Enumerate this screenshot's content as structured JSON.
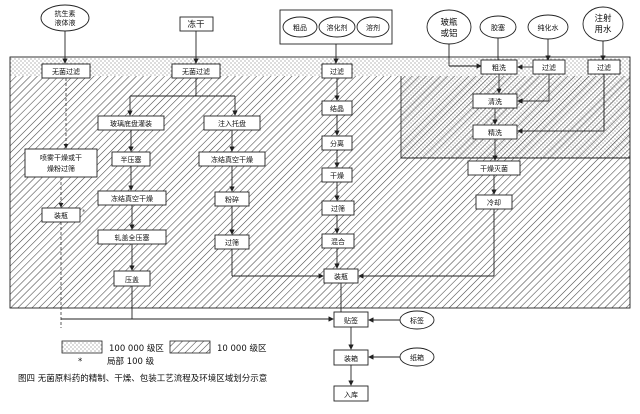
{
  "colors": {
    "hatch": "#444444",
    "dots": "#555555",
    "line": "#222222"
  },
  "sources": {
    "antibiotic_broth": "抗生素\n液体液",
    "freeze_dry": "冻干",
    "crude": "粗品",
    "solvent_a": "溶化剂",
    "solvent_b": "溶剂",
    "glass_bottle": "玻瓶\n或铝",
    "rubber_stopper": "胶塞",
    "purified_water": "纯化水",
    "water_for_injection": "注射\n用水"
  },
  "steps": {
    "sterile_filter_1": "无菌过滤",
    "sterile_filter_2": "无菌过滤",
    "spray_dry": "喷雾干燥或干\n燥粉过筛",
    "bulk_pack_1": "装瓶",
    "crystal_tray": "玻璃底盘灌装",
    "semi_press": "半压塞",
    "freeze_vacuum_1": "冻结真空干燥",
    "full_press": "轧盖全压塞",
    "cap": "压盖",
    "load_tray": "注入托盘",
    "freeze_vacuum_2": "冻结真空干燥",
    "crush": "粉碎",
    "sieve_1": "过筛",
    "filter": "过滤",
    "crystallize": "结晶",
    "separate": "分离",
    "dry": "干燥",
    "sieve_2": "过筛",
    "mix": "混合",
    "bulk_pack_2": "装瓶",
    "rough_wash": "粗洗",
    "filter_pw": "过滤",
    "filter_wfi": "过滤",
    "wash": "清洗",
    "fine_wash": "精洗",
    "dry_sterilize": "干燥灭菌",
    "cool": "冷却",
    "label": "贴签",
    "box": "装箱",
    "store": "入库"
  },
  "inputs": {
    "label_sheet": "标签",
    "carton": "纸箱"
  },
  "legend": {
    "dots_label": "100 000 级区",
    "hatch_label": "10 000 级区",
    "local_label": "局部 100 级",
    "star": "*"
  },
  "caption": "图四 无菌原料药的精制、干燥、包装工艺流程及环境区域划分示意"
}
